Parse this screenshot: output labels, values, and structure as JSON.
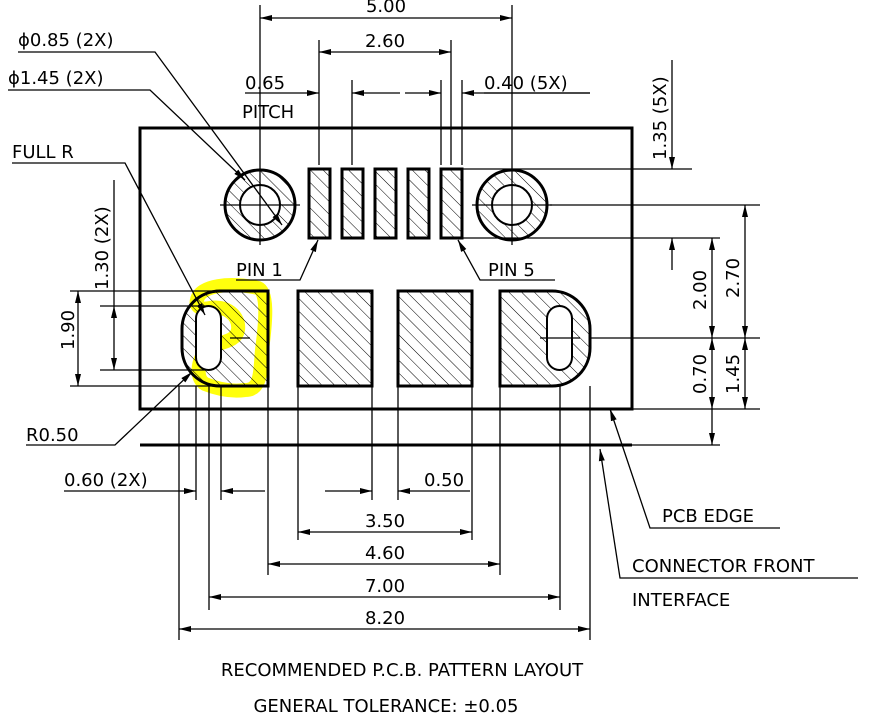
{
  "dimensions": {
    "width_top": "5.00",
    "inner_top": "2.60",
    "pitch": "0.65",
    "pitch_label": "PITCH",
    "slot_width": "0.40 (5X)",
    "hole_small": "ϕ0.85 (2X)",
    "hole_large": "ϕ1.45 (2X)",
    "full_r": "FULL R",
    "slot_height": "1.35 (5X)",
    "h_130": "1.30 (2X)",
    "h_190": "1.90",
    "h_200": "2.00",
    "h_270": "2.70",
    "h_070": "0.70",
    "h_145": "1.45",
    "r050": "R0.50",
    "w_060": "0.60 (2X)",
    "w_050": "0.50",
    "w_350": "3.50",
    "w_460": "4.60",
    "w_700": "7.00",
    "w_820": "8.20"
  },
  "labels": {
    "pin1": "PIN 1",
    "pin5": "PIN 5",
    "pcb_edge": "PCB EDGE",
    "connector_front_1": "CONNECTOR FRONT",
    "connector_front_2": "INTERFACE",
    "title": "RECOMMENDED P.C.B. PATTERN LAYOUT",
    "tolerance": "GENERAL TOLERANCE: ±0.05"
  },
  "colors": {
    "line": "#000000",
    "highlight": "#ffff00"
  }
}
